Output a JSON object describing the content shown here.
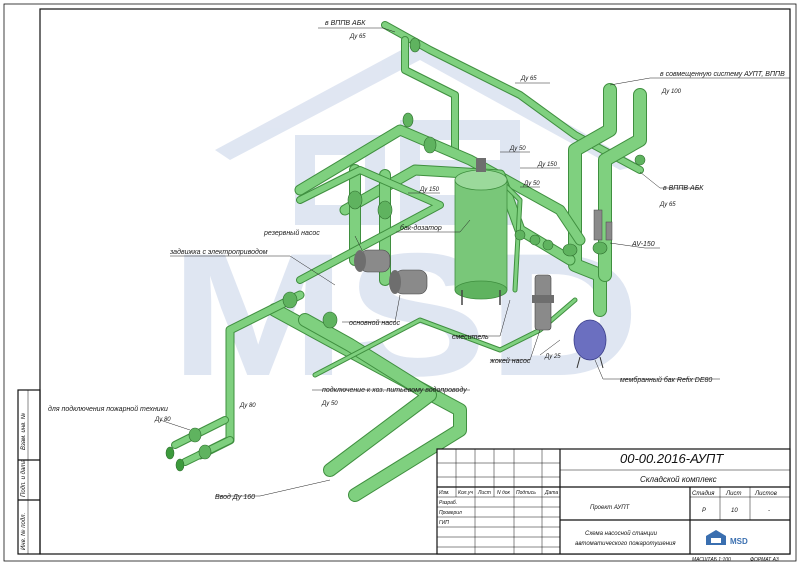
{
  "colors": {
    "pipe": "#7fd07f",
    "pipe_edge": "#3f8f3f",
    "equipment_grey": "#8a8a8a",
    "tank_green": "#79c779",
    "membrane_tank": "#6b6fc0",
    "watermark": "#c6d2e8"
  },
  "watermark": {
    "logo_text": "MSD"
  },
  "labels": {
    "l1": "в  ВППВ АБК",
    "l2": "Ду 65",
    "l3": "Ду 65",
    "l4": "в совмещенную систему АУПТ, ВППВ",
    "l5": "Ду 100",
    "l6": "Ду 50",
    "l7": "Ду 150",
    "l8": "Ду 150",
    "l9": "Ду 50",
    "l10": "в  ВППВ АБК",
    "l11": "Ду 65",
    "l12": "резервный насос",
    "l13": "бак-дозатор",
    "l14": "AV-150",
    "l15": "задвижка с электроприводом",
    "l16": "основной насос",
    "l17": "смеситель",
    "l18": "жокей насос",
    "l19": "Ду 25",
    "l20": "мембранный бак  Refix DE80",
    "l21": "подключение к хоз. питьевому водопроводу",
    "l22": "Ду 50",
    "l23": "Ду 80",
    "l24": "для подключения пожарной техники",
    "l25": "Ду 80",
    "l26": "Ввод Ду 160"
  },
  "side_stamp": {
    "f1": "Взам. инв. №",
    "f2": "Подп. и дата",
    "f3": "Инв. № подл."
  },
  "title_block": {
    "doc_code": "00-00.2016-АУПТ",
    "object_name": "Складской комплекс",
    "cols": [
      "Изм.",
      "Кол.уч",
      "Лист",
      "N док",
      "Подпись",
      "Дата"
    ],
    "row_labels": [
      "Разраб.",
      "Проверил",
      "ГИП"
    ],
    "project": "Проект АУПТ",
    "stage_header": "Стадия",
    "sheet_header": "Лист",
    "sheets_header": "Листов",
    "stage": "Р",
    "sheet": "10",
    "sheets": "-",
    "scheme_line1": "Схема насосной станции",
    "scheme_line2": "автоматического пожаротушения",
    "company": "MSD",
    "footer_scale": "МАСШТАБ 1:100",
    "footer_format": "ФОРМАТ А3"
  }
}
